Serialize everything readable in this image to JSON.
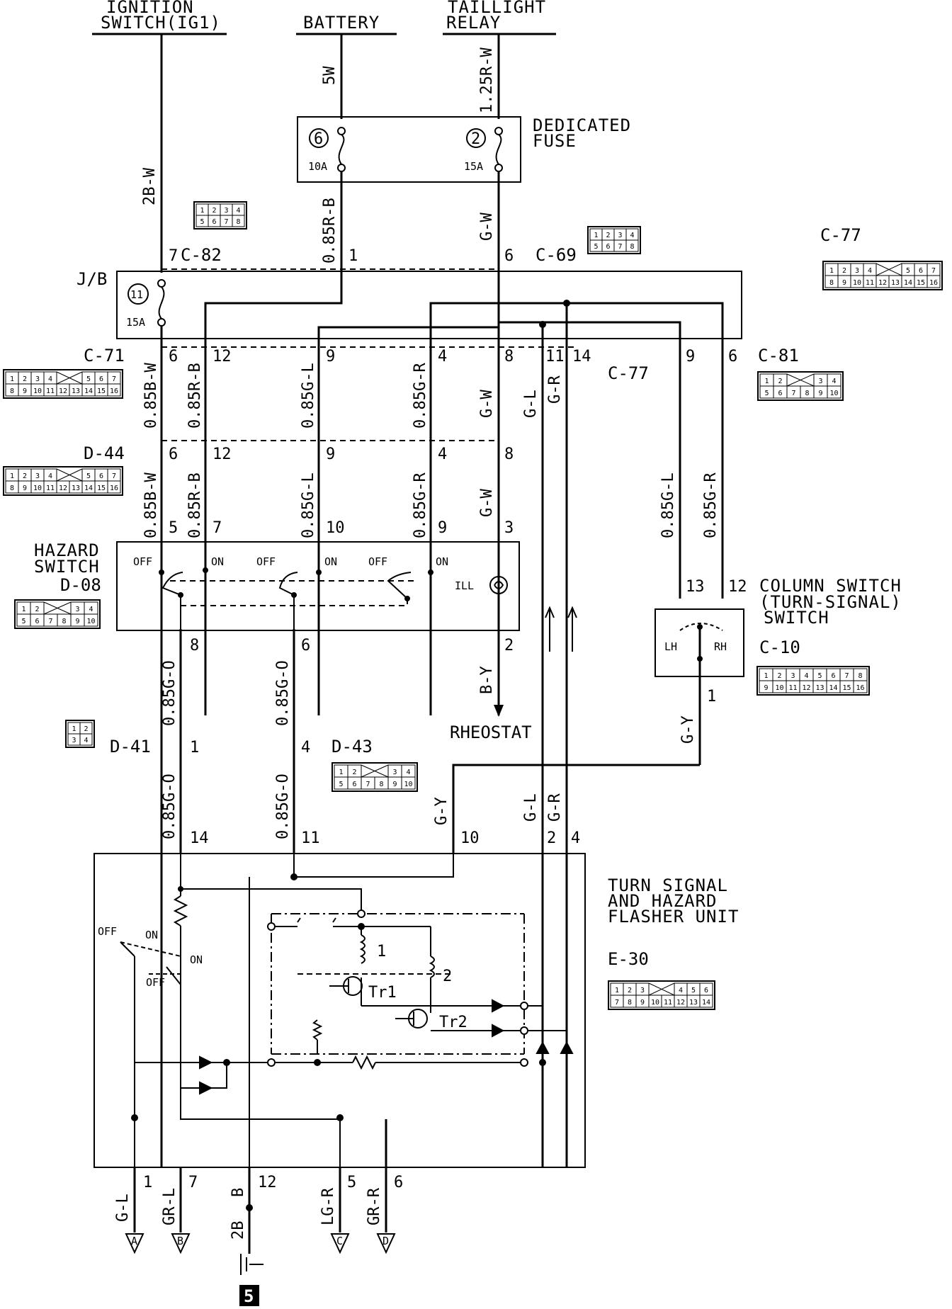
{
  "sources": [
    {
      "label_line1": "IGNITION",
      "label_line2": "SWITCH(IG1)"
    },
    {
      "label_line1": "BATTERY",
      "label_line2": ""
    },
    {
      "label_line1": "TAILLIGHT",
      "label_line2": "RELAY"
    }
  ],
  "fuse_block": {
    "title_line1": "DEDICATED",
    "title_line2": "FUSE",
    "fuse_a": {
      "num": "6",
      "rating": "10A"
    },
    "fuse_b": {
      "num": "2",
      "rating": "15A"
    }
  },
  "junction_block": {
    "label": "J/B",
    "fuse_num": "11",
    "fuse_rating": "15A"
  },
  "connectors": {
    "c82": "C-82",
    "c69": "C-69",
    "c77": "C-77",
    "c71": "C-71",
    "c81": "C-81",
    "d44": "D-44",
    "d08": "D-08",
    "d41": "D-41",
    "d43": "D-43",
    "c10": "C-10",
    "e30": "E-30"
  },
  "connector_grids": {
    "c82": [
      "1",
      "2",
      "3",
      "4",
      "5",
      "6",
      "7",
      "8"
    ],
    "c69": [
      "1",
      "2",
      "3",
      "4",
      "5",
      "6",
      "7",
      "8"
    ],
    "c77_top": [
      "1",
      "2",
      "3",
      "4",
      "5",
      "6",
      "7"
    ],
    "c77_bot": [
      "8",
      "9",
      "10",
      "11",
      "12",
      "13",
      "14",
      "15",
      "16"
    ],
    "c81_top": [
      "1",
      "2",
      "3",
      "4"
    ],
    "c81_bot": [
      "5",
      "6",
      "7",
      "8",
      "9",
      "10"
    ],
    "d08_top": [
      "1",
      "2",
      "3",
      "4"
    ],
    "d08_bot": [
      "5",
      "6",
      "7",
      "8",
      "9",
      "10"
    ],
    "d41": [
      "1",
      "2",
      "3",
      "4"
    ],
    "d43_top": [
      "1",
      "2",
      "3",
      "4"
    ],
    "d43_bot": [
      "5",
      "6",
      "7",
      "8",
      "9",
      "10"
    ],
    "c10_top": [
      "1",
      "2",
      "3",
      "4",
      "5",
      "6",
      "7",
      "8"
    ],
    "c10_bot": [
      "9",
      "10",
      "11",
      "12",
      "13",
      "14",
      "15",
      "16"
    ],
    "e30_top": [
      "1",
      "2",
      "3",
      "4",
      "5",
      "6"
    ],
    "e30_bot": [
      "7",
      "8",
      "9",
      "10",
      "11",
      "12",
      "13",
      "14"
    ]
  },
  "wires": {
    "ign": "2B-W",
    "bat": "5W",
    "tail": "1.25R-W",
    "fuse6_out": "0.85R-B",
    "fuse2_out": "G-W",
    "bw": "0.85B-W",
    "rb": "0.85R-B",
    "gl": "0.85G-L",
    "gr": "0.85G-R",
    "gw": "G-W",
    "gl_short": "G-L",
    "gr_short": "G-R",
    "go": "0.85G-O",
    "by": "B-Y",
    "gy": "G-Y",
    "gl_out": "G-L",
    "grl_out": "GR-L",
    "b_out": "B",
    "b2_out": "2B",
    "lgr_out": "LG-R",
    "grr_out": "GR-R"
  },
  "pins": {
    "c82": "7",
    "c69_1": "1",
    "c69_6": "6",
    "c71": [
      "6",
      "12",
      "9",
      "4",
      "8",
      "11",
      "14"
    ],
    "c81": [
      "9",
      "6"
    ],
    "d44": [
      "6",
      "12",
      "9",
      "4",
      "8"
    ],
    "hz_in": [
      "5",
      "7",
      "10",
      "9",
      "3"
    ],
    "hz_out": [
      "8",
      "6",
      "2"
    ],
    "col": [
      "13",
      "12"
    ],
    "col_out": "1",
    "d41": "1",
    "d43": "4",
    "e30_in": [
      "14",
      "11",
      "10",
      "2",
      "4"
    ],
    "e30_out": [
      "1",
      "7",
      "12",
      "5",
      "6"
    ]
  },
  "hazard_switch": {
    "title_line1": "HAZARD",
    "title_line2": "SWITCH",
    "off": "OFF",
    "on": "ON",
    "ill": "ILL"
  },
  "column_switch": {
    "title_line1": "COLUMN SWITCH",
    "title_line2": "(TURN-SIGNAL)",
    "title_line3": "SWITCH",
    "lh": "LH",
    "rh": "RH"
  },
  "rheostat": "RHEOSTAT",
  "flasher": {
    "title_line1": "TURN SIGNAL",
    "title_line2": "AND HAZARD",
    "title_line3": "FLASHER UNIT",
    "off": "OFF",
    "on": "ON",
    "coil1": "1",
    "coil2": "2",
    "tr1": "Tr1",
    "tr2": "Tr2"
  },
  "terminals": [
    "A",
    "B",
    "C",
    "D"
  ],
  "ground_num": "5"
}
